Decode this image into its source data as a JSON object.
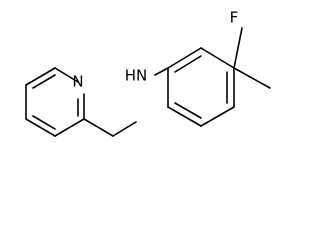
{
  "structure": {
    "atoms": {
      "fluorine": "F",
      "ring_nitrogen": "N",
      "amine": "HN"
    },
    "colors": {
      "ink": "#000000",
      "background": "#ffffff"
    }
  }
}
